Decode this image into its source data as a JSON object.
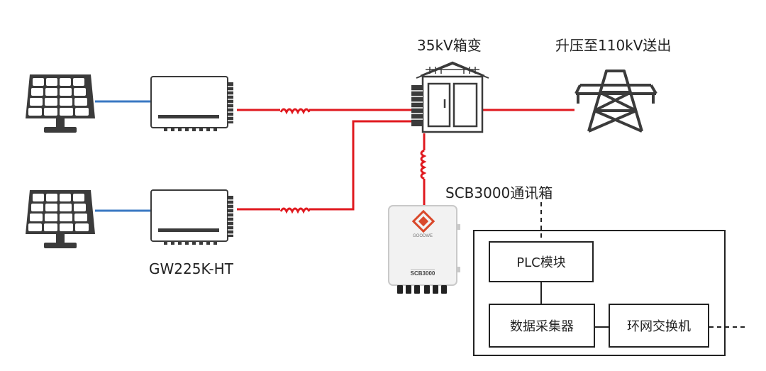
{
  "labels": {
    "transformer": "35kV箱变",
    "output": "升压至110kV送出",
    "inverter": "GW225K-HT",
    "comm_box": "SCB3000通讯箱",
    "device_brand": "GOODWE",
    "device_model": "SCB3000"
  },
  "boxes": {
    "plc": "PLC模块",
    "collector": "数据采集器",
    "switch": "环网交换机"
  },
  "colors": {
    "ac_line": "#e0191f",
    "dc_line": "#3a78c3",
    "icon": "#3b3b3b",
    "brand": "#d9482b"
  }
}
